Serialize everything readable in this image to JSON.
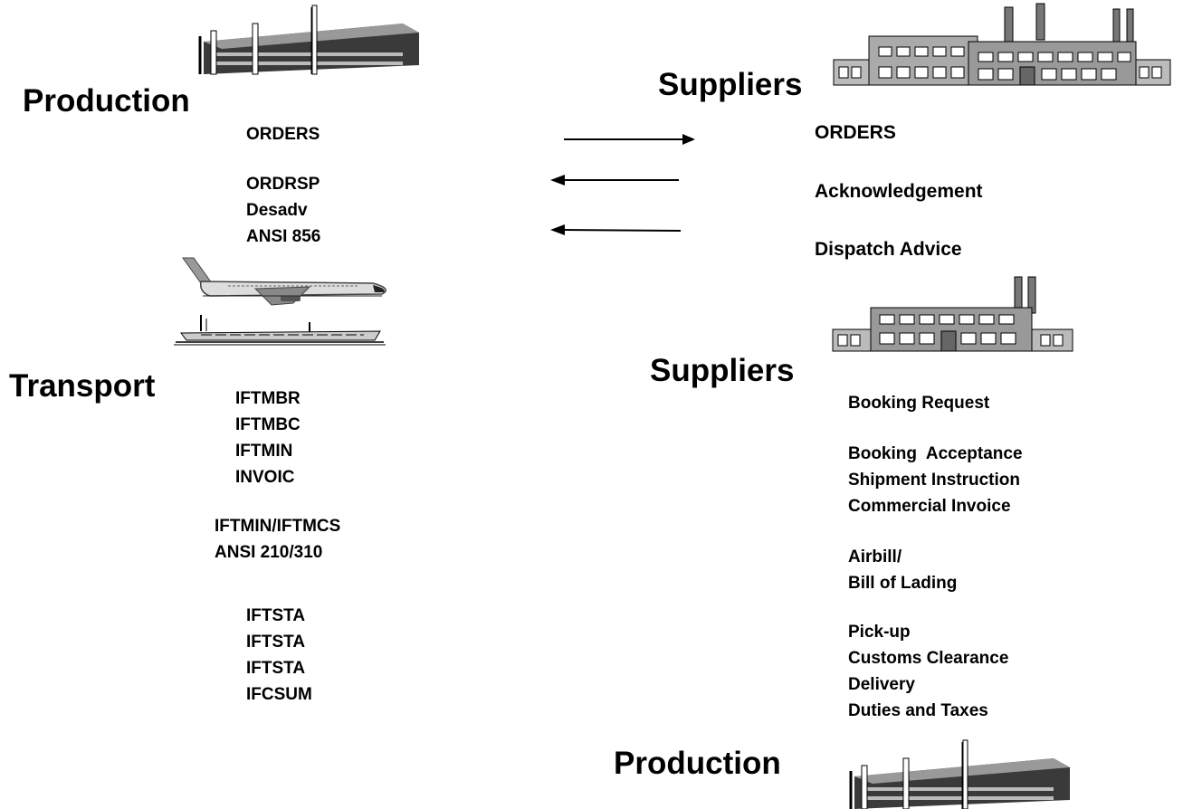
{
  "production_top": {
    "heading": "Production",
    "msg_orders": "ORDERS",
    "msg_responses": [
      "ORDRSP",
      "Desadv",
      "ANSI 856"
    ]
  },
  "suppliers_top": {
    "heading": "Suppliers",
    "items": [
      "ORDERS",
      "Acknowledgement",
      "Dispatch Advice"
    ]
  },
  "transport": {
    "heading": "Transport",
    "group1": [
      "IFTMBR",
      "IFTMBC",
      "IFTMIN",
      "INVOIC"
    ],
    "group2": [
      "IFTMIN/IFTMCS",
      "ANSI 210/310"
    ],
    "group3": [
      "IFTSTA",
      "IFTSTA",
      "IFTSTA",
      "IFCSUM"
    ]
  },
  "suppliers_mid": {
    "heading": "Suppliers",
    "group1": [
      "Booking Request"
    ],
    "group2": [
      "Booking  Acceptance",
      "Shipment Instruction",
      "Commercial Invoice"
    ],
    "group3": [
      "Airbill/",
      "Bill of Lading"
    ],
    "group4": [
      "Pick-up",
      "Customs Clearance",
      "Delivery",
      "Duties and Taxes"
    ]
  },
  "production_bottom": {
    "heading": "Production"
  },
  "arrows": [
    {
      "direction": "right",
      "meaning": ""
    },
    {
      "direction": "left",
      "meaning": ""
    },
    {
      "direction": "left",
      "meaning": ""
    }
  ],
  "icons": [
    "office-building-icon",
    "factory-icon",
    "airplane-icon",
    "ship-icon"
  ],
  "colors": {
    "text": "#000000",
    "arrow": "#000000",
    "building_dark": "#333333",
    "building_light": "#999999"
  }
}
